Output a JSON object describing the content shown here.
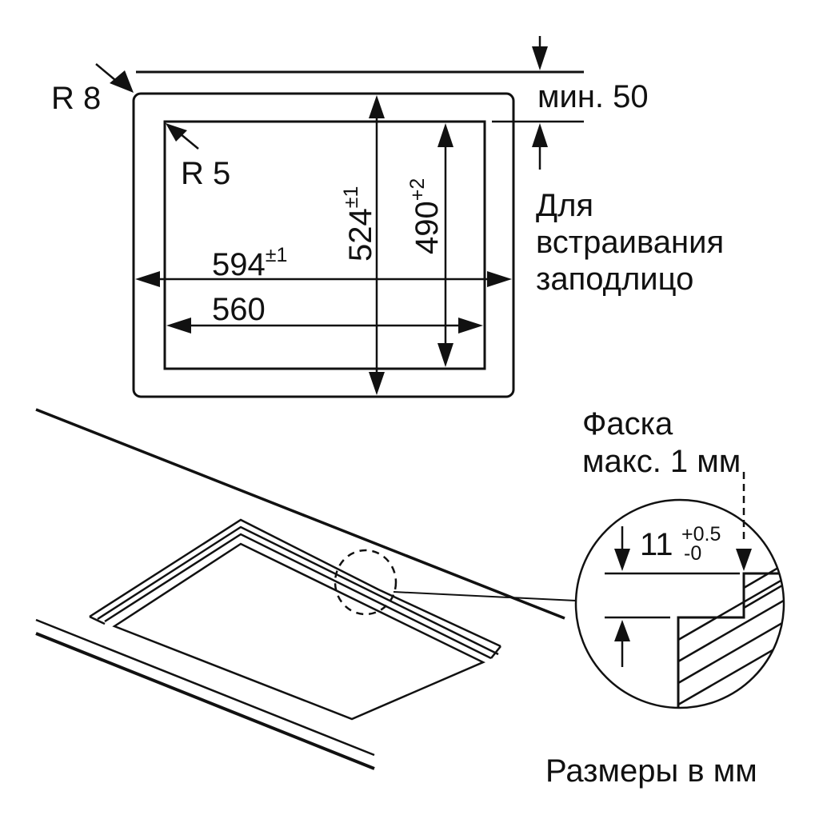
{
  "diagram": {
    "kind": "cutout-installation-drawing",
    "stroke_color": "#111111",
    "background_color": "#ffffff"
  },
  "top_view": {
    "outer_radius_label": "R 8",
    "inner_radius_label": "R 5",
    "gap_label": "мин. 50",
    "outer_width": {
      "value": "594",
      "tolerance": "±1"
    },
    "inner_width": {
      "value": "560"
    },
    "outer_depth": {
      "value": "524",
      "tolerance": "±1"
    },
    "inner_depth": {
      "value": "490",
      "tolerance": "+2"
    },
    "flush_note": {
      "line1": "Для",
      "line2": "встраивания",
      "line3": "заподлицо"
    }
  },
  "detail_view": {
    "chamfer_note": {
      "line1": "Фаска",
      "line2": "макс. 1 мм"
    },
    "step_depth": {
      "value": "11",
      "tol_upper": "+0.5",
      "tol_lower": "-0"
    }
  },
  "footer": {
    "units_note": "Размеры в мм"
  }
}
